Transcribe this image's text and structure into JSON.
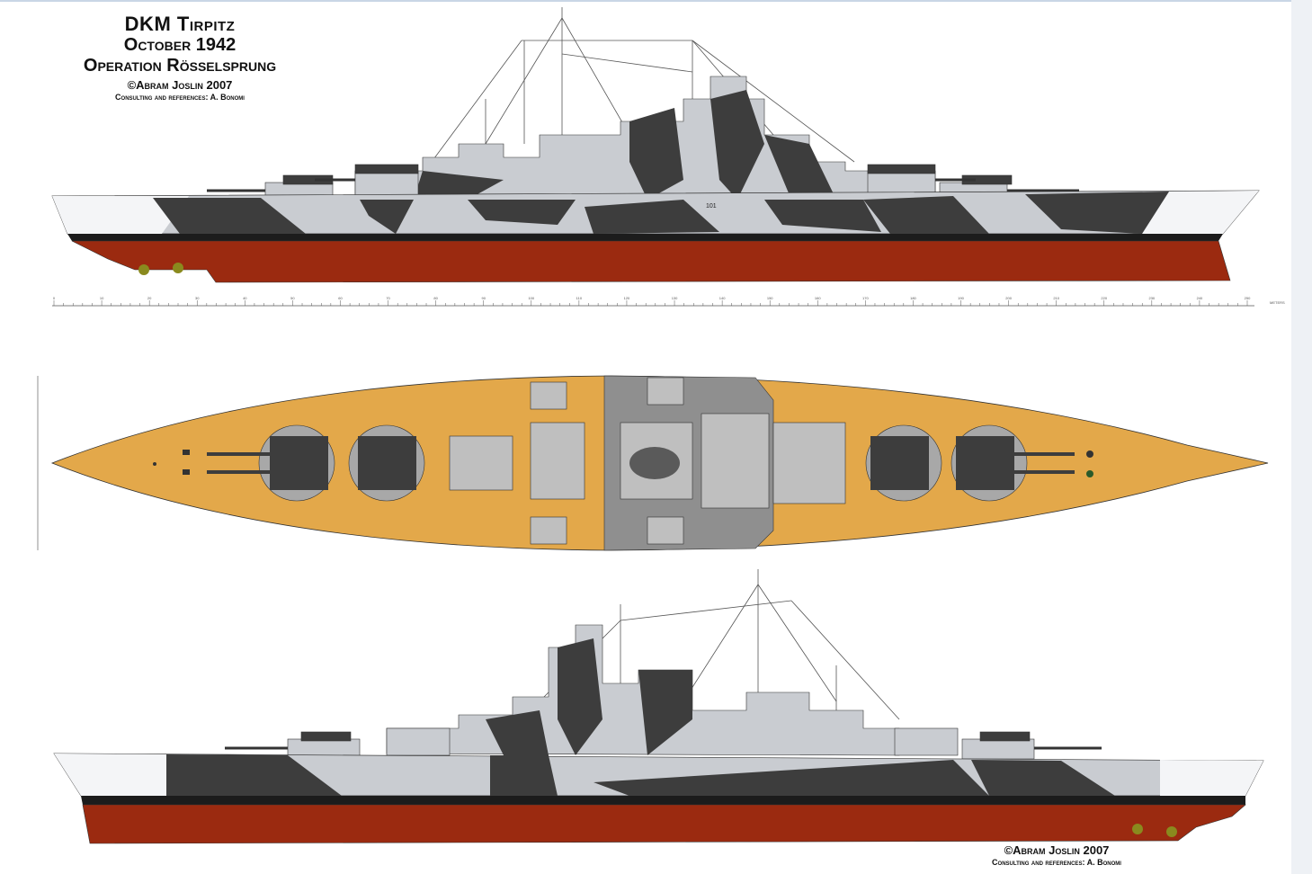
{
  "title": {
    "ship": "DKM Tirpitz",
    "date": "October 1942",
    "operation": "Operation Rösselsprung",
    "copyright": "©Abram Joslin 2007",
    "consulting": "Consulting and references: A. Bonomi"
  },
  "footer": {
    "copyright": "©Abram Joslin 2007",
    "consulting": "Consulting and references: A. Bonomi"
  },
  "scale": {
    "unit_label": "METERS",
    "ticks": [
      "0",
      "10",
      "20",
      "30",
      "40",
      "50",
      "60",
      "70",
      "80",
      "90",
      "100",
      "110",
      "120",
      "130",
      "140",
      "150",
      "160",
      "170",
      "180",
      "190",
      "200",
      "210",
      "220",
      "230",
      "240",
      "250"
    ]
  },
  "hull_marking": "101",
  "colors": {
    "hull_red": "#9b2a10",
    "boot_black": "#1c1c1c",
    "dark_grey": "#3d3d3d",
    "light_grey": "#c9ccd1",
    "white": "#f4f5f7",
    "deck_wood": "#e3a84a",
    "deck_steel": "#8f8f8f",
    "propeller": "#8a8a1e"
  }
}
